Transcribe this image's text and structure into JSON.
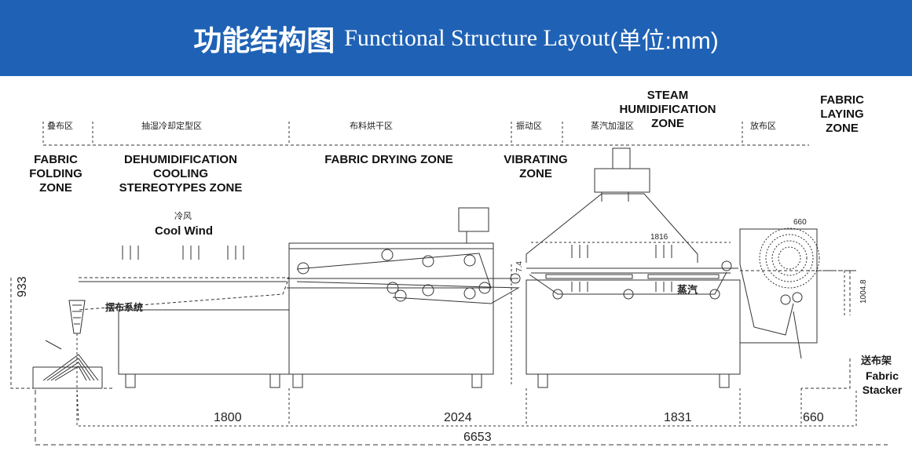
{
  "header": {
    "title_cn": "功能结构图",
    "title_en": "Functional Structure Layout",
    "title_unit": "(单位:mm)",
    "background": "#1f62b5"
  },
  "zones": {
    "folding_cn": "叠布区",
    "folding_en": "FABRIC\nFOLDING\nZONE",
    "cooling_cn": "抽湿冷却定型区",
    "cooling_en": "DEHUMIDIFICATION\nCOOLING\nSTEREOTYPES ZONE",
    "drying_cn": "布料烘干区",
    "drying_en": "FABRIC DRYING ZONE",
    "vibrating_cn": "振动区",
    "vibrating_en": "VIBRATING\nZONE",
    "steam_cn": "蒸汽加湿区",
    "steam_en": "STEAM\nHUMIDIFICATION\nZONE",
    "laying_cn": "放布区",
    "laying_en": "FABRIC\nLAYING\nZONE"
  },
  "labels": {
    "cool_wind_cn": "冷风",
    "cool_wind_en": "Cool Wind",
    "swing_cn": "摆布系统",
    "steam_cn": "蒸汽",
    "stacker_cn": "送布架",
    "stacker_en": "Fabric\nStacker"
  },
  "dimensions": {
    "height_left": "933",
    "height_right": "1004.8",
    "steam_width": "1816",
    "reel_width": "660",
    "small": "7.4",
    "seg1": "1800",
    "seg2": "2024",
    "seg3": "1831",
    "seg4": "660",
    "total": "6653"
  }
}
